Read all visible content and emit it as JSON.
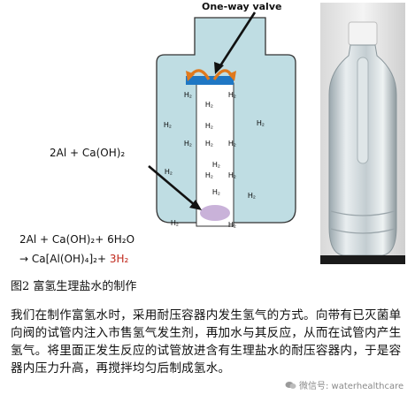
{
  "valve_label": "One-way valve",
  "reaction_label": "2Al + Ca(OH)₂",
  "h2_label": "H₂",
  "equation": {
    "line1": "2Al + Ca(OH)₂+ 6H₂O",
    "line2_prefix": "→ Ca[Al(OH)₄]₂+ ",
    "line2_highlight": "3H₂"
  },
  "caption": "图2  富氢生理盐水的制作",
  "body_text": "我们在制作富氢水时，采用耐压容器内发生氢气的方式。向带有已灭菌单向阀的试管内注入市售氢气发生剂，再加水与其反应，从而在试管内产生氢气。将里面正发生反应的试管放进含有生理盐水的耐压容器内，于是容器内压力升高，再搅拌均匀后制成氢水。",
  "watermark": "微信号: waterhealthcare",
  "colors": {
    "bottle_fill": "#bfdde3",
    "bottle_outline": "#333333",
    "valve": "#1f77c4",
    "flow_arrow": "#e0791d",
    "reagent": "#c9b2d9",
    "highlight": "#c0281c"
  },
  "icons": {
    "valve_flow": "curved-arrow-icon",
    "watermark": "wechat-icon"
  }
}
